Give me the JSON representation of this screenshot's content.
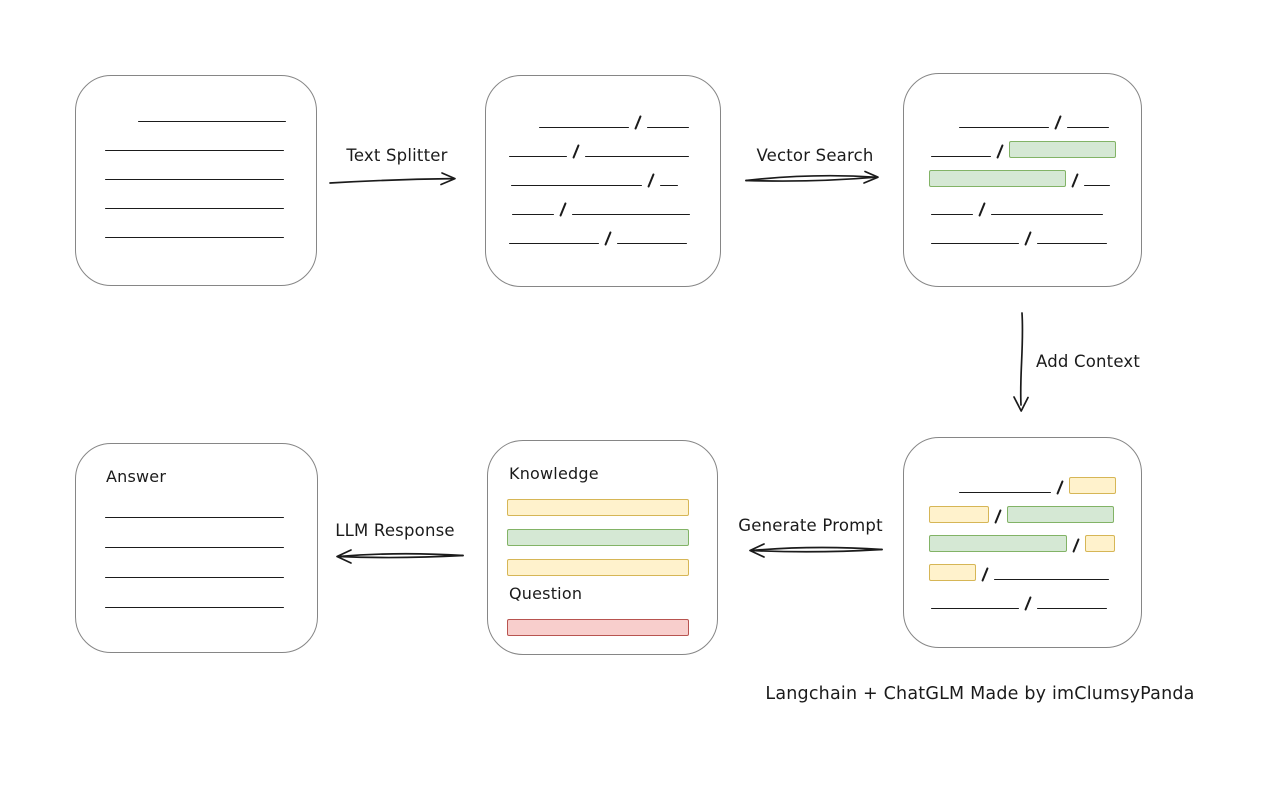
{
  "caption": "Langchain + ChatGLM Made by imClumsyPanda",
  "colors": {
    "ink": "#1b1b1b",
    "panel_border": "#868686",
    "green_fill": "#d5e8d4",
    "green_stroke": "#82b366",
    "yellow_fill": "#fff2cc",
    "yellow_stroke": "#d6b656",
    "red_fill": "#f8cecc",
    "red_stroke": "#b85450"
  },
  "labels": {
    "text_splitter": "Text Splitter",
    "vector_search": "Vector Search",
    "add_context": "Add Context",
    "generate_prompt": "Generate Prompt",
    "llm_response": "LLM Response"
  },
  "panels": {
    "document": {
      "rows": [
        {
          "items": [
            {
              "t": "gap",
              "w": 62
            },
            {
              "t": "line",
              "w": 148
            }
          ]
        },
        {
          "items": [
            {
              "t": "gap",
              "w": 29
            },
            {
              "t": "line",
              "w": 179
            }
          ]
        },
        {
          "items": [
            {
              "t": "gap",
              "w": 29
            },
            {
              "t": "line",
              "w": 179
            }
          ]
        },
        {
          "items": [
            {
              "t": "gap",
              "w": 29
            },
            {
              "t": "line",
              "w": 179
            }
          ]
        },
        {
          "items": [
            {
              "t": "gap",
              "w": 29
            },
            {
              "t": "line",
              "w": 179
            }
          ]
        }
      ]
    },
    "split_chunks": {
      "rows": [
        {
          "items": [
            {
              "t": "gap",
              "w": 53
            },
            {
              "t": "line",
              "w": 90
            },
            {
              "t": "slash"
            },
            {
              "t": "line",
              "w": 42
            }
          ]
        },
        {
          "items": [
            {
              "t": "gap",
              "w": 23
            },
            {
              "t": "line",
              "w": 58
            },
            {
              "t": "slash"
            },
            {
              "t": "line",
              "w": 104
            }
          ]
        },
        {
          "items": [
            {
              "t": "gap",
              "w": 25
            },
            {
              "t": "line",
              "w": 131
            },
            {
              "t": "slash"
            },
            {
              "t": "line",
              "w": 18
            }
          ]
        },
        {
          "items": [
            {
              "t": "gap",
              "w": 26
            },
            {
              "t": "line",
              "w": 42
            },
            {
              "t": "slash"
            },
            {
              "t": "line",
              "w": 118
            }
          ]
        },
        {
          "items": [
            {
              "t": "gap",
              "w": 23
            },
            {
              "t": "line",
              "w": 90
            },
            {
              "t": "slash"
            },
            {
              "t": "line",
              "w": 70
            }
          ]
        }
      ]
    },
    "vector_matched": {
      "rows": [
        {
          "items": [
            {
              "t": "gap",
              "w": 55
            },
            {
              "t": "line",
              "w": 90
            },
            {
              "t": "slash"
            },
            {
              "t": "line",
              "w": 42
            }
          ]
        },
        {
          "items": [
            {
              "t": "gap",
              "w": 27
            },
            {
              "t": "line",
              "w": 60
            },
            {
              "t": "slash"
            },
            {
              "t": "bar",
              "c": "green",
              "w": 107
            }
          ]
        },
        {
          "items": [
            {
              "t": "gap",
              "w": 25
            },
            {
              "t": "bar",
              "c": "green",
              "w": 137
            },
            {
              "t": "slash"
            },
            {
              "t": "line",
              "w": 26
            }
          ]
        },
        {
          "items": [
            {
              "t": "gap",
              "w": 27
            },
            {
              "t": "line",
              "w": 42
            },
            {
              "t": "slash"
            },
            {
              "t": "line",
              "w": 112
            }
          ]
        },
        {
          "items": [
            {
              "t": "gap",
              "w": 27
            },
            {
              "t": "line",
              "w": 88
            },
            {
              "t": "slash"
            },
            {
              "t": "line",
              "w": 70
            }
          ]
        }
      ]
    },
    "context_added": {
      "rows": [
        {
          "items": [
            {
              "t": "gap",
              "w": 55
            },
            {
              "t": "line",
              "w": 92
            },
            {
              "t": "slash"
            },
            {
              "t": "bar",
              "c": "yellow",
              "w": 47
            }
          ]
        },
        {
          "items": [
            {
              "t": "gap",
              "w": 25
            },
            {
              "t": "bar",
              "c": "yellow",
              "w": 60
            },
            {
              "t": "slash"
            },
            {
              "t": "bar",
              "c": "green",
              "w": 107
            }
          ]
        },
        {
          "items": [
            {
              "t": "gap",
              "w": 25
            },
            {
              "t": "bar",
              "c": "green",
              "w": 138
            },
            {
              "t": "slash"
            },
            {
              "t": "bar",
              "c": "yellow",
              "w": 30
            }
          ]
        },
        {
          "items": [
            {
              "t": "gap",
              "w": 25
            },
            {
              "t": "bar",
              "c": "yellow",
              "w": 47
            },
            {
              "t": "slash"
            },
            {
              "t": "line",
              "w": 115
            }
          ]
        },
        {
          "items": [
            {
              "t": "gap",
              "w": 27
            },
            {
              "t": "line",
              "w": 88
            },
            {
              "t": "slash"
            },
            {
              "t": "line",
              "w": 70
            }
          ]
        }
      ]
    },
    "prompt": {
      "knowledge_label": "Knowledge",
      "question_label": "Question",
      "rows": [
        {
          "items": [
            {
              "t": "gap",
              "w": 21
            },
            {
              "t": "text",
              "v": "Knowledge"
            }
          ]
        },
        {
          "items": [
            {
              "t": "gap",
              "w": 19
            },
            {
              "t": "bar",
              "c": "yellow",
              "w": 182
            }
          ]
        },
        {
          "items": [
            {
              "t": "gap",
              "w": 19
            },
            {
              "t": "bar",
              "c": "green",
              "w": 182
            }
          ]
        },
        {
          "items": [
            {
              "t": "gap",
              "w": 19
            },
            {
              "t": "bar",
              "c": "yellow",
              "w": 182
            }
          ]
        },
        {
          "items": [
            {
              "t": "gap",
              "w": 21
            },
            {
              "t": "text",
              "v": "Question"
            }
          ]
        },
        {
          "items": [
            {
              "t": "gap",
              "w": 19
            },
            {
              "t": "bar",
              "c": "red",
              "w": 182
            }
          ]
        }
      ]
    },
    "answer": {
      "answer_label": "Answer",
      "rows": [
        {
          "items": [
            {
              "t": "gap",
              "w": 30
            },
            {
              "t": "text",
              "v": "Answer"
            }
          ]
        },
        {
          "items": [
            {
              "t": "gap",
              "w": 29
            },
            {
              "t": "line",
              "w": 179
            }
          ]
        },
        {
          "items": [
            {
              "t": "gap",
              "w": 29
            },
            {
              "t": "line",
              "w": 179
            }
          ]
        },
        {
          "items": [
            {
              "t": "gap",
              "w": 29
            },
            {
              "t": "line",
              "w": 179
            }
          ]
        },
        {
          "items": [
            {
              "t": "gap",
              "w": 29
            },
            {
              "t": "line",
              "w": 179
            }
          ]
        }
      ]
    }
  }
}
